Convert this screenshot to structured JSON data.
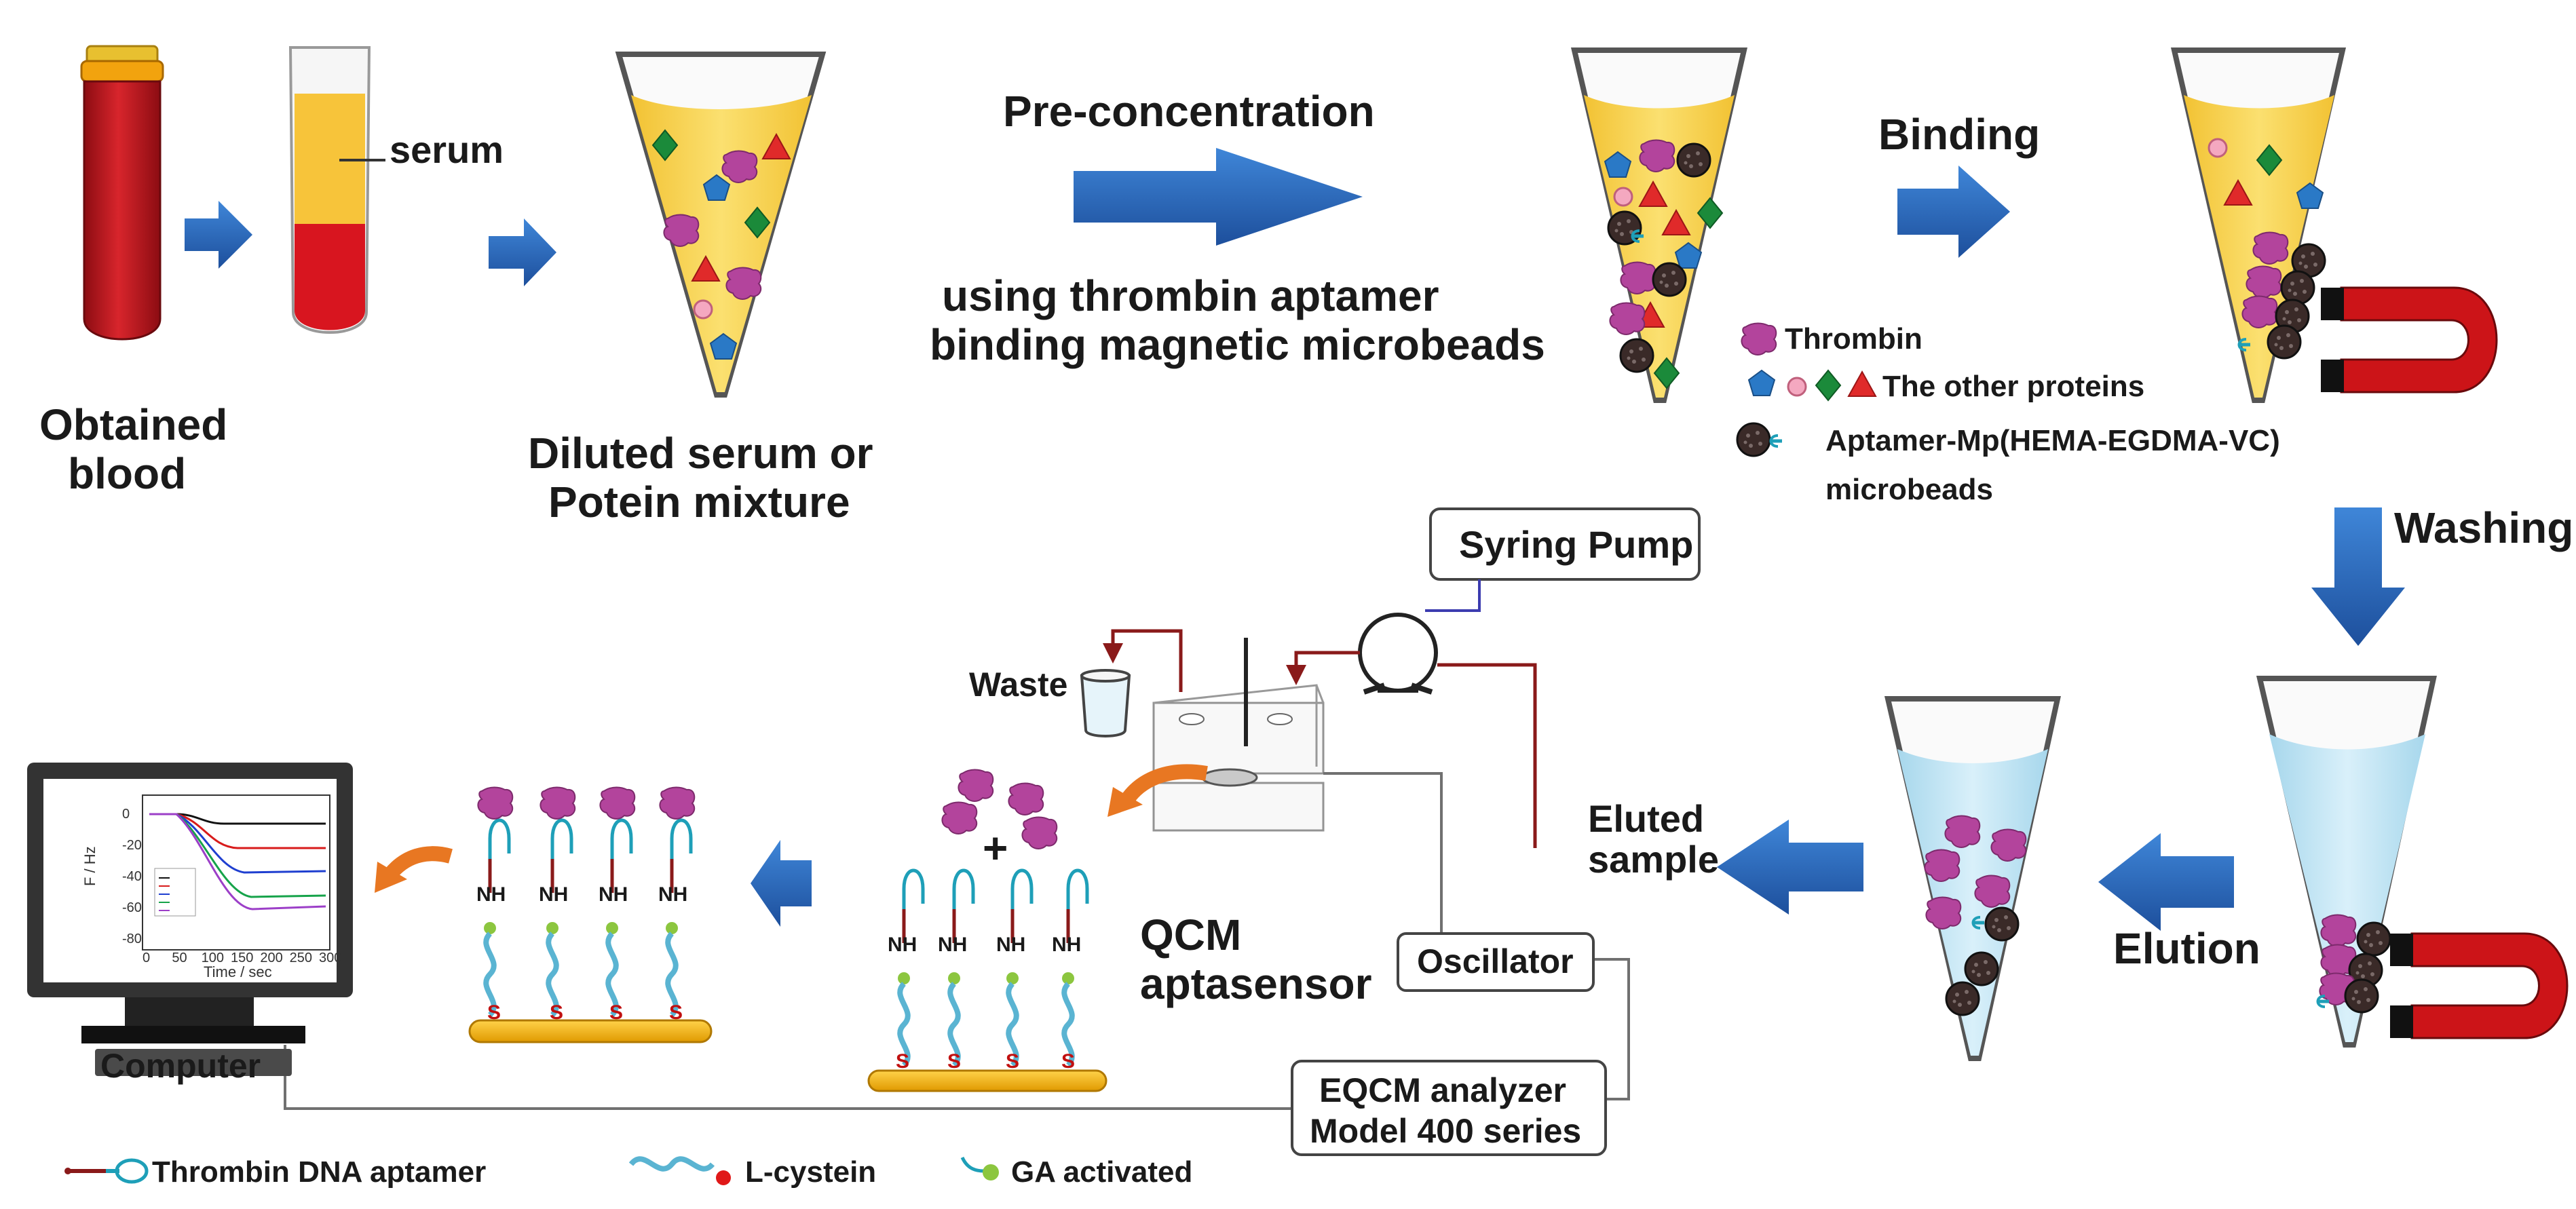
{
  "labels": {
    "serum": "serum",
    "obtained_blood_1": "Obtained",
    "obtained_blood_2": "blood",
    "diluted_1": "Diluted serum or",
    "diluted_2": "Potein mixture",
    "preconcentration": "Pre-concentration",
    "using_1": "using thrombin aptamer",
    "using_2": "binding magnetic microbeads",
    "binding": "Binding",
    "washing": "Washing",
    "elution": "Elution",
    "eluted_1": "Eluted",
    "eluted_2": "sample",
    "waste": "Waste",
    "syringe_pump": "Syring Pump",
    "oscillator": "Oscillator",
    "eqcm_1": "EQCM analyzer",
    "eqcm_2": "Model 400 series",
    "qcm_1": "QCM",
    "qcm_2": "aptasensor",
    "computer": "Computer",
    "nh": "NH",
    "s": "S",
    "plus": "+"
  },
  "legend_top": {
    "thrombin": "Thrombin",
    "other_proteins": "The other proteins",
    "aptamer_mp_1": "Aptamer-Mp(HEMA-EGDMA-VC)",
    "aptamer_mp_2": "microbeads"
  },
  "legend_bottom": {
    "thrombin_dna_aptamer": "Thrombin DNA aptamer",
    "l_cystein": "L-cystein",
    "ga_activated": "GA activated"
  },
  "monitor_chart": {
    "y_ticks": [
      "0",
      "-20",
      "-40",
      "-60",
      "-80"
    ],
    "x_ticks": [
      "0",
      "50",
      "100",
      "150",
      "200",
      "250",
      "300"
    ],
    "ylabel": "F / Hz",
    "xlabel": "Time / sec"
  },
  "colors": {
    "arrow_blue": "#2563b8",
    "arrow_orange": "#e87722",
    "serum_yellow": "#f7d24a",
    "blood_red": "#c0141c",
    "thrombin_purple": "#b3449c",
    "pentagon_blue": "#2a79c6",
    "green_diamond": "#1b8a3a",
    "red_triangle": "#e02a2a",
    "pink_circle": "#f4a8c0",
    "buffer_blue": "#bfe3f2",
    "magnet_red": "#cc1418",
    "gold_surface": "#f0b000",
    "aptamer_teal": "#1e9fb8",
    "bead_dark": "#3a2a28",
    "wire_gray": "#707070",
    "tube_darkred": "#8a1a1a"
  }
}
